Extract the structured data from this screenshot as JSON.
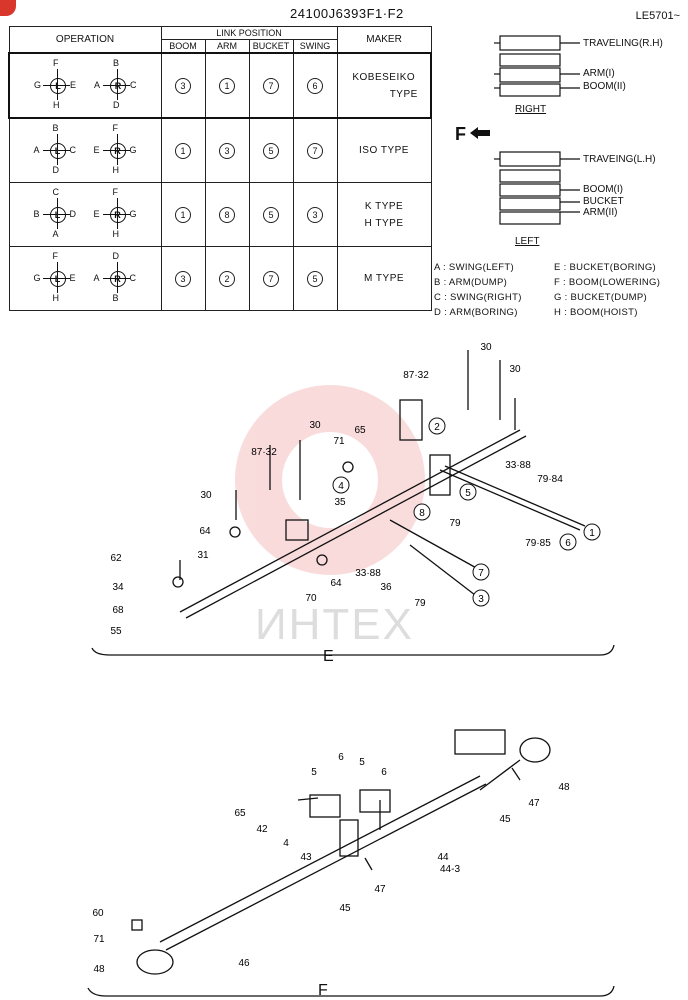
{
  "header": {
    "sheet_id": "24100J6393F1·F2",
    "page_ref": "LE5701~"
  },
  "table": {
    "op_header": "OPERATION",
    "link_header": "LINK POSITION",
    "maker_header": "MAKER",
    "link_cols": [
      "BOOM",
      "ARM",
      "BUCKET",
      "SWING"
    ],
    "rows": [
      {
        "L": {
          "u": "F",
          "d": "H",
          "l": "G",
          "r": "E"
        },
        "R": {
          "u": "B",
          "d": "D",
          "l": "A",
          "r": "C"
        },
        "links": [
          "3",
          "1",
          "7",
          "6"
        ],
        "maker1": "KOBESEIKO",
        "maker2": "TYPE"
      },
      {
        "L": {
          "u": "B",
          "d": "D",
          "l": "A",
          "r": "C"
        },
        "R": {
          "u": "F",
          "d": "H",
          "l": "E",
          "r": "G"
        },
        "links": [
          "1",
          "3",
          "5",
          "7"
        ],
        "maker1": "ISO  TYPE",
        "maker2": ""
      },
      {
        "L": {
          "u": "C",
          "d": "A",
          "l": "B",
          "r": "D"
        },
        "R": {
          "u": "F",
          "d": "H",
          "l": "E",
          "r": "G"
        },
        "links": [
          "1",
          "8",
          "5",
          "3"
        ],
        "maker1": "K     TYPE",
        "maker2": "H     TYPE"
      },
      {
        "L": {
          "u": "F",
          "d": "H",
          "l": "G",
          "r": "E"
        },
        "R": {
          "u": "D",
          "d": "B",
          "l": "A",
          "r": "C"
        },
        "links": [
          "3",
          "2",
          "7",
          "5"
        ],
        "maker1": "M      TYPE",
        "maker2": ""
      }
    ]
  },
  "valve": {
    "right_labels": [
      "TRAVELING(R.H)",
      "ARM(I)",
      "BOOM(II)"
    ],
    "right_caption": "RIGHT",
    "left_labels": [
      "TRAVEING(L.H)",
      "BOOM(I)",
      "BUCKET",
      "ARM(II)"
    ],
    "left_caption": "LEFT",
    "front_label": "F"
  },
  "legend": [
    "A : SWING(LEFT)",
    "E : BUCKET(BORING)",
    "B : ARM(DUMP)",
    "F : BOOM(LOWERING)",
    "C : SWING(RIGHT)",
    "G : BUCKET(DUMP)",
    "D : ARM(BORING)",
    "H : BOOM(HOIST)"
  ],
  "diagram_e": {
    "caption": "E",
    "parts": [
      "30",
      "30",
      "87·32",
      "30",
      "87·32",
      "71",
      "65",
      "2",
      "4",
      "33·88",
      "79·84",
      "5",
      "30",
      "35",
      "8",
      "64",
      "79",
      "1",
      "79·85",
      "6",
      "62",
      "31",
      "7",
      "34",
      "33·88",
      "70",
      "64",
      "36",
      "68",
      "3",
      "79",
      "55"
    ],
    "circled": [
      "2",
      "4",
      "5",
      "8",
      "1",
      "6",
      "7",
      "3"
    ]
  },
  "diagram_f": {
    "caption": "F",
    "parts": [
      "48",
      "47",
      "45",
      "6",
      "5",
      "5",
      "6",
      "65",
      "42",
      "4",
      "43",
      "44",
      "44-3",
      "47",
      "45",
      "60",
      "71",
      "46",
      "48"
    ]
  },
  "watermark": "ИНТЕХ"
}
